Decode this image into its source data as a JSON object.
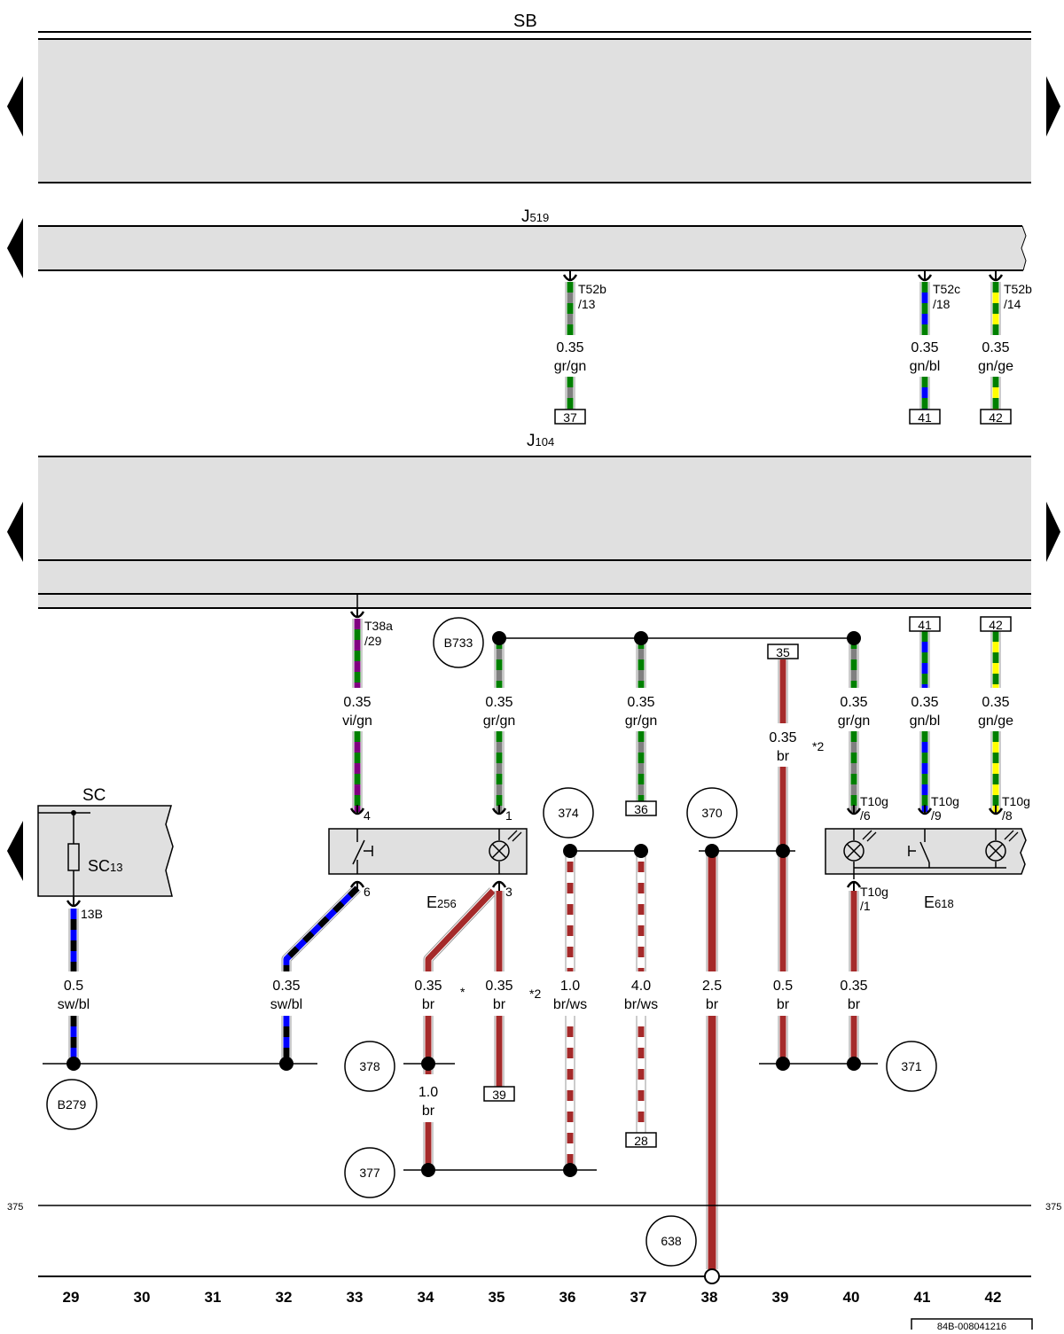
{
  "diagram": {
    "page_ref": "375",
    "doc_id": "84B-008041216",
    "columns": [
      "29",
      "30",
      "31",
      "32",
      "33",
      "34",
      "35",
      "36",
      "37",
      "38",
      "39",
      "40",
      "41",
      "42"
    ],
    "colors": {
      "gn": "#008000",
      "gr": "#808080",
      "bl": "#0000ff",
      "ge": "#ffff00",
      "vi": "#800080",
      "sw": "#000000",
      "br": "#a52a2a",
      "ws": "#ffffff",
      "panel": "#e0e0e0"
    },
    "components": {
      "sb": {
        "name": "SB"
      },
      "j519": {
        "name": "J",
        "sub": "519"
      },
      "j104": {
        "name": "J",
        "sub": "104"
      },
      "sc": {
        "name": "SC"
      },
      "sc13": {
        "name": "SC",
        "sub": "13"
      },
      "e256": {
        "name": "E",
        "sub": "256"
      },
      "e618": {
        "name": "E",
        "sub": "618"
      }
    },
    "pins": {
      "t52b_13": [
        "T52b",
        "/13"
      ],
      "t52c_18": [
        "T52c",
        "/18"
      ],
      "t52b_14": [
        "T52b",
        "/14"
      ],
      "t38a_29": [
        "T38a",
        "/29"
      ],
      "e256_4": "4",
      "e256_1": "1",
      "e256_6": "6",
      "e256_3": "3",
      "t10g_6": [
        "T10g",
        "/6"
      ],
      "t10g_9": [
        "T10g",
        "/9"
      ],
      "t10g_8": [
        "T10g",
        "/8"
      ],
      "t10g_1": [
        "T10g",
        "/1"
      ],
      "sc_13b": "13B"
    },
    "wires": {
      "w37_top": [
        "0.35",
        "gr/gn"
      ],
      "w41_top": [
        "0.35",
        "gn/bl"
      ],
      "w42_top": [
        "0.35",
        "gn/ge"
      ],
      "w33": [
        "0.35",
        "vi/gn"
      ],
      "w35_top": [
        "0.35",
        "gr/gn"
      ],
      "w37_mid": [
        "0.35",
        "gr/gn"
      ],
      "w39_top": [
        "0.35",
        "br"
      ],
      "w40_top": [
        "0.35",
        "gr/gn"
      ],
      "w41_mid": [
        "0.35",
        "gn/bl"
      ],
      "w42_mid": [
        "0.35",
        "gn/ge"
      ],
      "w29": [
        "0.5",
        "sw/bl"
      ],
      "w32": [
        "0.35",
        "sw/bl"
      ],
      "w34": [
        "0.35",
        "br"
      ],
      "w35_bot": [
        "0.35",
        "br"
      ],
      "w36": [
        "1.0",
        "br/ws"
      ],
      "w37_bot": [
        "4.0",
        "br/ws"
      ],
      "w38": [
        "2.5",
        "br"
      ],
      "w39_bot": [
        "0.5",
        "br"
      ],
      "w40_bot": [
        "0.35",
        "br"
      ],
      "w34_low": [
        "1.0",
        "br"
      ]
    },
    "refs": {
      "r37": "37",
      "r41a": "41",
      "r42a": "42",
      "r41b": "41",
      "r42b": "42",
      "r35": "35",
      "r36": "36",
      "r39": "39",
      "r28": "28"
    },
    "nodes": {
      "b733": "B733",
      "n374": "374",
      "n370": "370",
      "n378": "378",
      "n377": "377",
      "n371": "371",
      "b279": "B279",
      "n638": "638"
    },
    "notes": {
      "star": "*",
      "star2a": "*2",
      "star2b": "*2"
    }
  }
}
